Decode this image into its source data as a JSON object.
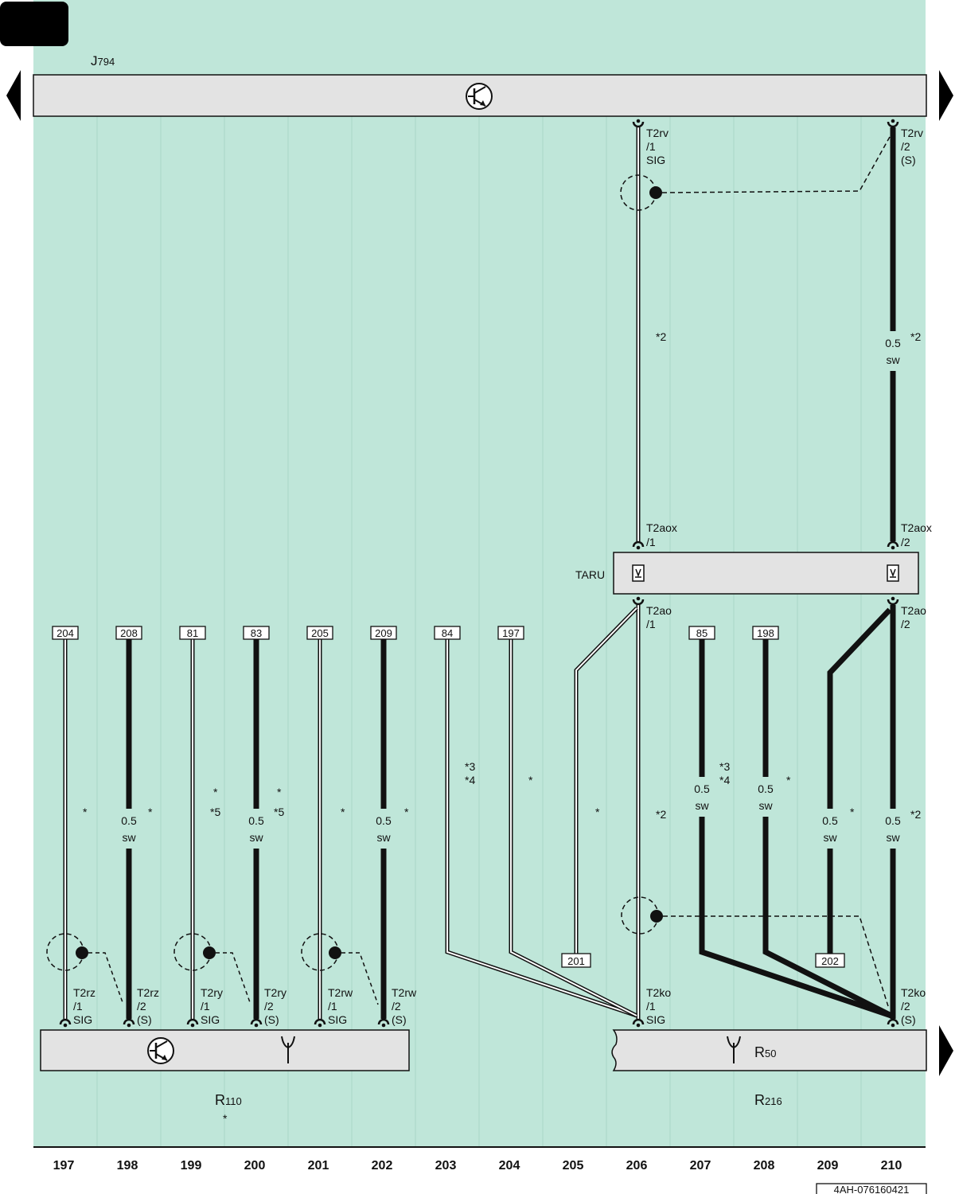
{
  "colors": {
    "panel": "#bfe6d9",
    "box": "#e3e3e3",
    "wire": "#111111",
    "wire_fill": "#ffffff"
  },
  "components": {
    "top": {
      "label_main": "J",
      "label_sub": "794"
    },
    "taru": {
      "label": "TARU"
    },
    "left": {
      "label_main": "R",
      "label_sub": "110",
      "note": "*"
    },
    "right": {
      "label_main": "R",
      "label_sub": "216",
      "inner_main": "R",
      "inner_sub": "50"
    }
  },
  "connectors": {
    "t2rv_1": [
      "T2rv",
      "/1",
      "SIG"
    ],
    "t2rv_2": [
      "T2rv",
      "/2",
      "(S)"
    ],
    "t2aox_1": [
      "T2aox",
      "/1"
    ],
    "t2aox_2": [
      "T2aox",
      "/2"
    ],
    "t2ao_1": [
      "T2ao",
      "/1"
    ],
    "t2ao_2": [
      "T2ao",
      "/2"
    ],
    "t2rz_1": [
      "T2rz",
      "/1",
      "SIG"
    ],
    "t2rz_2": [
      "T2rz",
      "/2",
      "(S)"
    ],
    "t2ry_1": [
      "T2ry",
      "/1",
      "SIG"
    ],
    "t2ry_2": [
      "T2ry",
      "/2",
      "(S)"
    ],
    "t2rw_1": [
      "T2rw",
      "/1",
      "SIG"
    ],
    "t2rw_2": [
      "T2rw",
      "/2",
      "(S)"
    ],
    "t2ko_1": [
      "T2ko",
      "/1",
      "SIG"
    ],
    "t2ko_2": [
      "T2ko",
      "/2",
      "(S)"
    ]
  },
  "refs": [
    "204",
    "208",
    "81",
    "83",
    "205",
    "209",
    "84",
    "197",
    "85",
    "198"
  ],
  "bottom_refs": {
    "r201": "201",
    "r202": "202"
  },
  "wire_spec": {
    "size": "0.5",
    "color": "sw"
  },
  "notes": {
    "n2": "*2",
    "star": "*",
    "n5": "*5",
    "n3": "*3",
    "n4": "*4"
  },
  "columns": [
    "197",
    "198",
    "199",
    "200",
    "201",
    "202",
    "203",
    "204",
    "205",
    "206",
    "207",
    "208",
    "209",
    "210"
  ],
  "doc_id": "4AH-076160421"
}
